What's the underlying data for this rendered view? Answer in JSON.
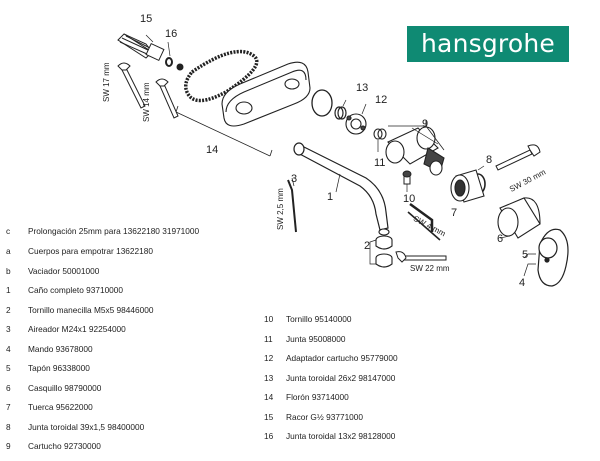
{
  "logo": {
    "text": "hansgrohe",
    "background_color": "#0f8a73"
  },
  "callouts": [
    "1",
    "2",
    "4",
    "5",
    "6",
    "7",
    "8",
    "9",
    "10",
    "11",
    "12",
    "13",
    "14",
    "15",
    "16",
    "3"
  ],
  "tool_labels": {
    "sw17": "SW 17 mm",
    "sw14": "SW 14 mm",
    "sw25": "SW 2,5 mm",
    "sw4": "SW 4 mm",
    "sw22": "SW 22 mm",
    "sw30": "SW 30 mm"
  },
  "parts_left": [
    {
      "key": "c",
      "desc": "Prolongación 25mm para 13622180   31971000"
    },
    {
      "key": "a",
      "desc": "Cuerpos para empotrar  13622180"
    },
    {
      "key": "b",
      "desc": "Vaciador  50001000"
    },
    {
      "key": "1",
      "desc": "Caño completo  93710000"
    },
    {
      "key": "2",
      "desc": "Tornillo manecilla M5x5  98446000"
    },
    {
      "key": "3",
      "desc": "Aireador M24x1  92254000"
    },
    {
      "key": "4",
      "desc": "Mando  93678000"
    },
    {
      "key": "5",
      "desc": "Tapón  96338000"
    },
    {
      "key": "6",
      "desc": "Casquillo  98790000"
    },
    {
      "key": "7",
      "desc": "Tuerca  95622000"
    },
    {
      "key": "8",
      "desc": "Junta toroidal 39x1,5   98400000"
    },
    {
      "key": "9",
      "desc": "Cartucho  92730000"
    }
  ],
  "parts_right": [
    {
      "key": "10",
      "desc": "Tornillo  95140000"
    },
    {
      "key": "11",
      "desc": "Junta  95008000"
    },
    {
      "key": "12",
      "desc": "Adaptador cartucho  95779000"
    },
    {
      "key": "13",
      "desc": "Junta toroidal 26x2  98147000"
    },
    {
      "key": "14",
      "desc": "Florón  93714000"
    },
    {
      "key": "15",
      "desc": "Racor G½  93771000"
    },
    {
      "key": "16",
      "desc": "Junta toroidal 13x2  98128000"
    }
  ]
}
